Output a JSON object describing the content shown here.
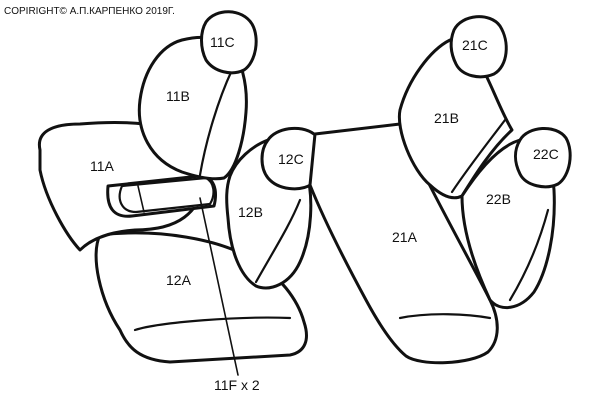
{
  "copyright": "COPIRIGHT© А.П.КАРПЕНКО 2019Г.",
  "colors": {
    "line": "#111111",
    "background": "#ffffff"
  },
  "labels": {
    "l11c": "11C",
    "l11b": "11B",
    "l11a": "11A",
    "l12c": "12C",
    "l12b": "12B",
    "l12a": "12A",
    "l11f": "11F x 2",
    "l21c": "21C",
    "l21b": "21B",
    "l21a": "21A",
    "l22c": "22C",
    "l22b": "22B"
  }
}
